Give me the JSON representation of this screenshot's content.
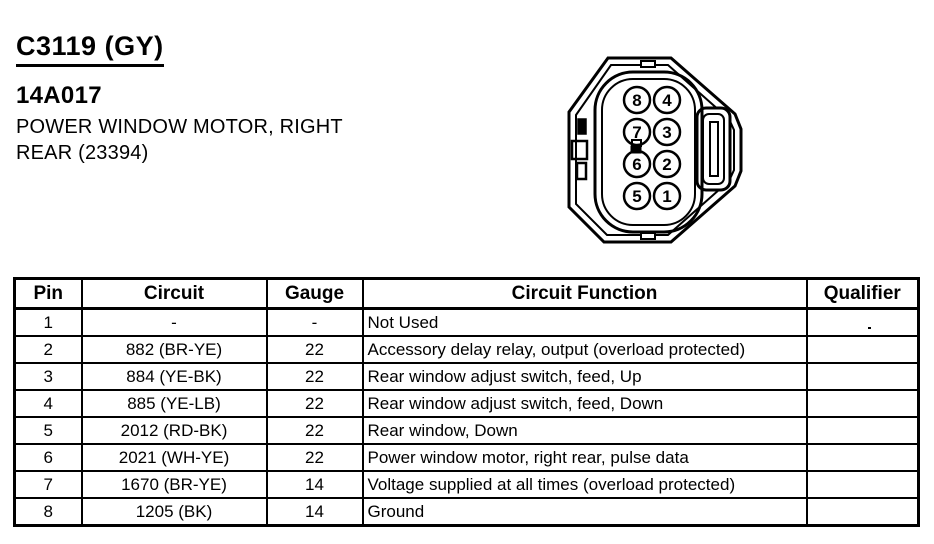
{
  "header": {
    "connector_id": "C3119 (GY)",
    "part_number": "14A017",
    "description_line1": "POWER WINDOW MOTOR, RIGHT",
    "description_line2": "REAR (23394)"
  },
  "connector": {
    "label": "8-pin connector face view",
    "pin_labels": [
      "8",
      "4",
      "7",
      "3",
      "6",
      "2",
      "5",
      "1"
    ]
  },
  "pin_table": {
    "headers": [
      "Pin",
      "Circuit",
      "Gauge",
      "Circuit Function",
      "Qualifier"
    ],
    "rows": [
      [
        "1",
        "-",
        "-",
        "Not Used",
        ""
      ],
      [
        "2",
        "882 (BR-YE)",
        "22",
        "Accessory delay relay, output (overload protected)",
        ""
      ],
      [
        "3",
        "884 (YE-BK)",
        "22",
        "Rear window adjust switch, feed, Up",
        ""
      ],
      [
        "4",
        "885 (YE-LB)",
        "22",
        "Rear window adjust switch, feed, Down",
        ""
      ],
      [
        "5",
        "2012 (RD-BK)",
        "22",
        "Rear window, Down",
        ""
      ],
      [
        "6",
        "2021 (WH-YE)",
        "22",
        "Power window motor, right rear, pulse data",
        ""
      ],
      [
        "7",
        "1670 (BR-YE)",
        "14",
        "Voltage supplied at all times (overload protected)",
        ""
      ],
      [
        "8",
        "1205 (BK)",
        "14",
        "Ground",
        ""
      ]
    ]
  },
  "colors": {
    "ink": "#000000",
    "paper": "#ffffff"
  }
}
